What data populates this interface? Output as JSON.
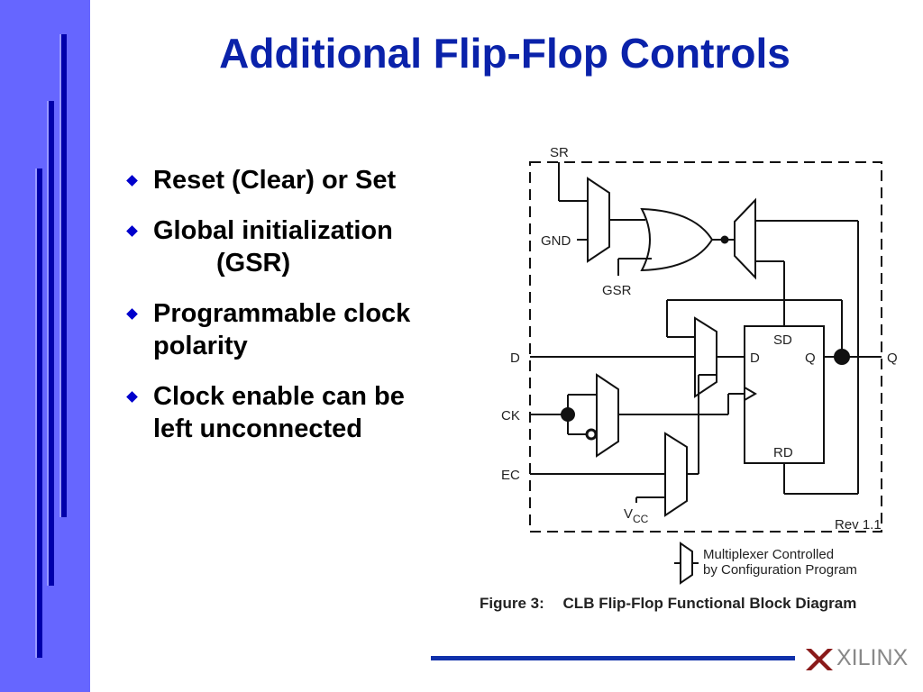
{
  "slide": {
    "title": "Additional Flip-Flop Controls",
    "bullets": [
      {
        "line1": "Reset (Clear) or Set"
      },
      {
        "line1": "Global initialization",
        "line2": "(GSR)"
      },
      {
        "line1": "Programmable clock",
        "line2": "polarity"
      },
      {
        "line1": "Clock enable can be",
        "line2": "left unconnected"
      }
    ]
  },
  "diagram": {
    "labels": {
      "sr": "SR",
      "gnd": "GND",
      "gsr": "GSR",
      "d_in": "D",
      "ck": "CK",
      "ec": "EC",
      "vcc": "V",
      "vcc_sub": "CC",
      "sd": "SD",
      "d_pin": "D",
      "q_pin": "Q",
      "rd": "RD",
      "q_out": "Q",
      "rev": "Rev 1.1"
    },
    "legend": {
      "line1": "Multiplexer Controlled",
      "line2": "by Configuration Program"
    },
    "caption": {
      "figure": "Figure 3:",
      "text": "CLB Flip-Flop Functional Block Diagram"
    }
  },
  "footer": {
    "logo_text": "XILINX"
  },
  "colors": {
    "sidebar": "#6666ff",
    "title": "#0a22aa",
    "accent_bar": "#0000aa",
    "bullet": "#0000cc"
  }
}
